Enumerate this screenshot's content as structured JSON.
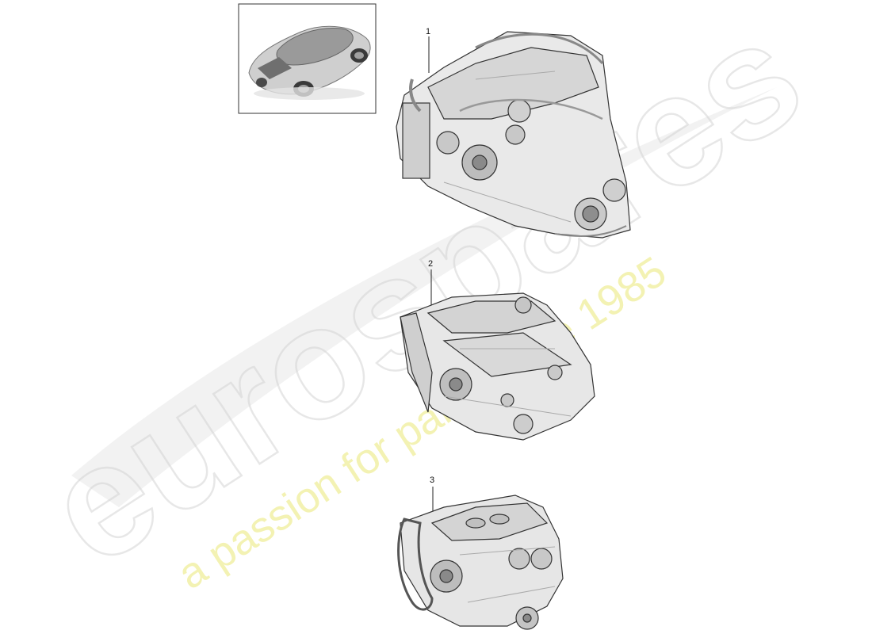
{
  "watermark": {
    "brand": "eurospares",
    "tagline": "a passion for parts since 1985",
    "colors": {
      "brand_outline": "#d4d4d4",
      "tagline": "#f0ee9a"
    }
  },
  "thumbnail": {
    "icon": "car-thumbnail-icon"
  },
  "parts": [
    {
      "number": "1",
      "icon": "complete-engine-icon"
    },
    {
      "number": "2",
      "icon": "short-block-engine-icon"
    },
    {
      "number": "3",
      "icon": "crankcase-block-icon"
    }
  ],
  "colors": {
    "line": "#222222",
    "part_fill": "#e8e8e8",
    "part_shade": "#bdbdbd"
  }
}
